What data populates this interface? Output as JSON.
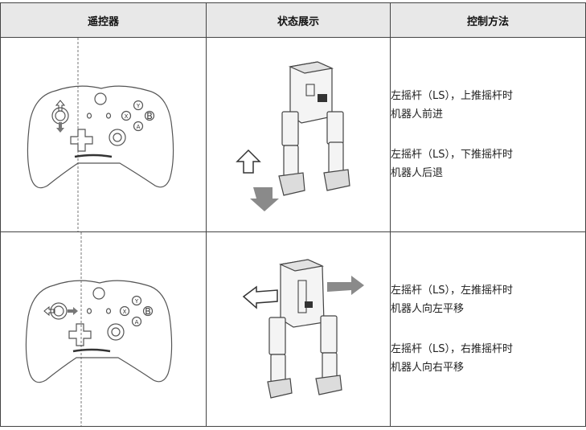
{
  "table": {
    "headers": [
      "遥控器",
      "状态展示",
      "控制方法"
    ],
    "rows": [
      {
        "controller_icon": "gamepad-left-stick-up-down-icon",
        "robot_icon": "robot-forward-backward-icon",
        "methods": [
          {
            "line1": "左摇杆（LS），上推摇杆时",
            "line2": "机器人前进"
          },
          {
            "line1": "左摇杆（LS），下推摇杆时",
            "line2": "机器人后退"
          }
        ]
      },
      {
        "controller_icon": "gamepad-left-stick-left-right-icon",
        "robot_icon": "robot-strafe-left-right-icon",
        "methods": [
          {
            "line1": "左摇杆（LS），左推摇杆时",
            "line2": "机器人向左平移"
          },
          {
            "line1": "左摇杆（LS），右推摇杆时",
            "line2": "机器人向右平移"
          }
        ]
      }
    ],
    "gamepad_button_letters": {
      "y": "Y",
      "x": "X",
      "b": "B",
      "a": "A"
    }
  },
  "colors": {
    "header_bg": "#e8e8e8",
    "border": "#444444",
    "arrow_gray": "#8a8a8a"
  }
}
